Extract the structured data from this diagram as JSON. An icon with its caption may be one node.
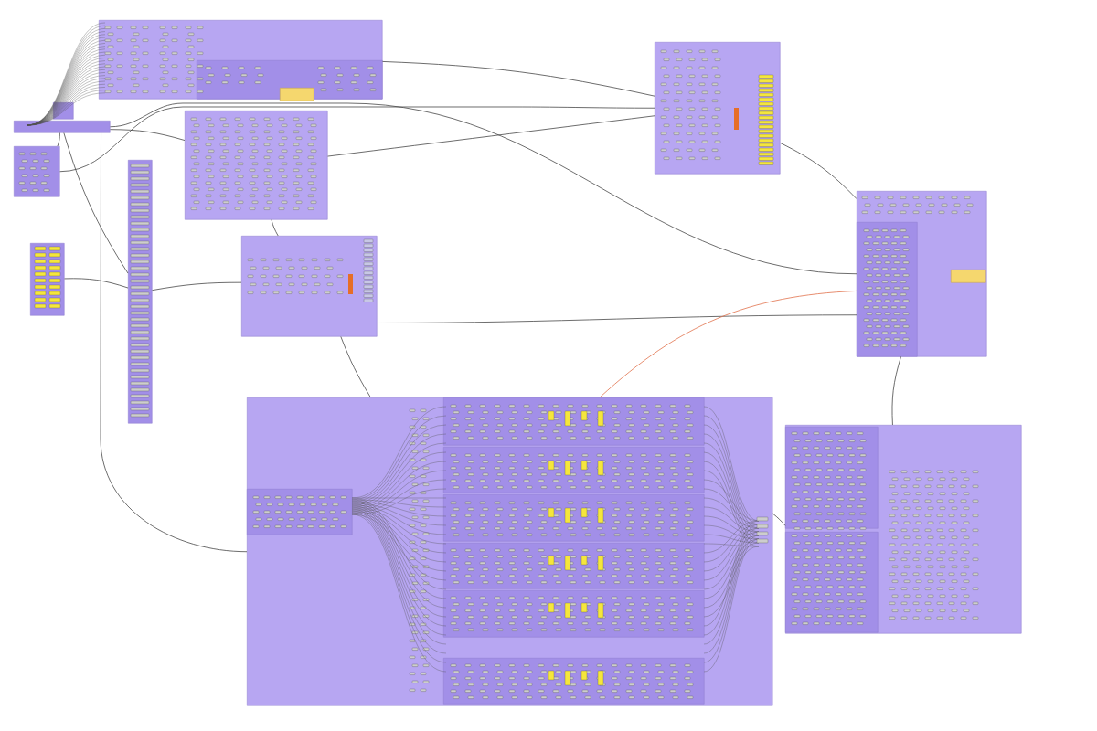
{
  "diagram": {
    "nodes": [
      {
        "text": [],
        "shape": "box"
      },
      {
        "text": [],
        "shape": "box",
        "in": 0
      },
      {
        "text": [],
        "shape": "box",
        "in": 1
      },
      {
        "text": [],
        "shape": "box"
      },
      {
        "text": [],
        "shape": "box"
      },
      {
        "text": [],
        "shape": "box"
      },
      {
        "text": [],
        "shape": "box"
      },
      {
        "text": [],
        "shape": "box"
      },
      {
        "text": [],
        "shape": "box"
      },
      {
        "text": [],
        "shape": "box"
      },
      {
        "text": [],
        "shape": "box"
      },
      {
        "text": [],
        "shape": "box"
      },
      {
        "text": [],
        "shape": "box",
        "in": 11
      },
      {
        "text": [],
        "shape": "box",
        "in": 11
      },
      {
        "text": [],
        "shape": "box"
      },
      {
        "text": [],
        "shape": "box",
        "in": 14
      },
      {
        "text": [],
        "shape": "box",
        "in": 14
      },
      {
        "text": [],
        "shape": "box",
        "in": 14
      },
      {
        "text": [],
        "shape": "box",
        "in": 14
      },
      {
        "text": [],
        "shape": "box",
        "in": 14
      },
      {
        "text": [],
        "shape": "box",
        "in": 14
      },
      {
        "text": [],
        "shape": "box",
        "in": 14
      },
      {
        "text": [],
        "shape": "box"
      },
      {
        "text": [],
        "shape": "box",
        "in": 22
      },
      {
        "text": [],
        "shape": "box",
        "in": 22
      }
    ],
    "edges": [
      {
        "from": 4,
        "to": 5,
        "arrow": "none"
      },
      {
        "from": 4,
        "to": 6,
        "arrow": "none"
      },
      {
        "from": 4,
        "to": 11,
        "arrow": "none"
      },
      {
        "from": 4,
        "to": 9,
        "arrow": "none"
      },
      {
        "from": 4,
        "to": 14,
        "arrow": "none"
      },
      {
        "from": 8,
        "to": 9,
        "arrow": "none"
      },
      {
        "from": 5,
        "to": 7,
        "arrow": "none"
      },
      {
        "from": 9,
        "to": 10,
        "arrow": "none"
      },
      {
        "from": 10,
        "to": 6,
        "arrow": "none"
      },
      {
        "from": 10,
        "to": 11,
        "arrow": "none"
      },
      {
        "from": 10,
        "to": 14,
        "arrow": "none"
      },
      {
        "from": 6,
        "to": 7,
        "arrow": "none"
      },
      {
        "from": 7,
        "to": 11,
        "arrow": "none"
      },
      {
        "from": 0,
        "to": 7,
        "arrow": "none"
      },
      {
        "from": 11,
        "to": 22,
        "arrow": "none"
      },
      {
        "from": 14,
        "to": 22,
        "arrow": "none"
      },
      {
        "from": 15,
        "to": 12,
        "arrow": "none",
        "color": "#e0704a"
      }
    ]
  }
}
